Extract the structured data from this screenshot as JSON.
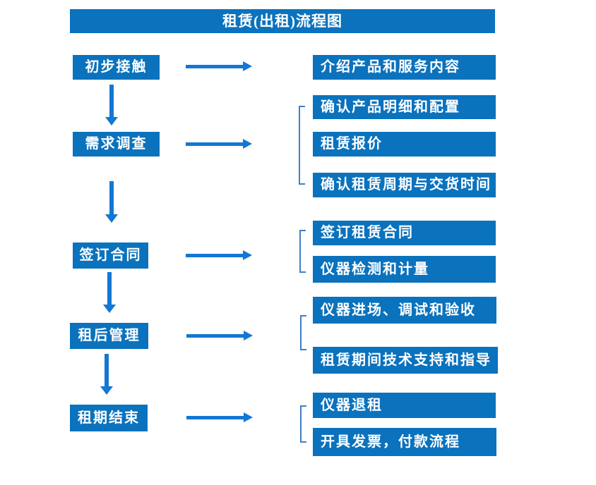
{
  "title": "租赁(出租)流程图",
  "colors": {
    "box_blue": "#0b72bd",
    "arrow_blue": "#1377d3",
    "bracket_blue": "#3f7fca",
    "title_text": "#ffffff",
    "page_background": "#ffffff"
  },
  "stages": [
    {
      "label": "初步接触",
      "details": [
        "介绍产品和服务内容"
      ]
    },
    {
      "label": "需求调查",
      "details": [
        "确认产品明细和配置",
        "租赁报价",
        "确认租赁周期与交货时间"
      ]
    },
    {
      "label": "签订合同",
      "details": [
        "签订租赁合同",
        "仪器检测和计量"
      ]
    },
    {
      "label": "租后管理",
      "details": [
        "仪器进场、调试和验收",
        "租赁期间技术支持和指导"
      ]
    },
    {
      "label": "租期结束",
      "details": [
        "仪器退租",
        "开具发票，付款流程"
      ]
    }
  ]
}
